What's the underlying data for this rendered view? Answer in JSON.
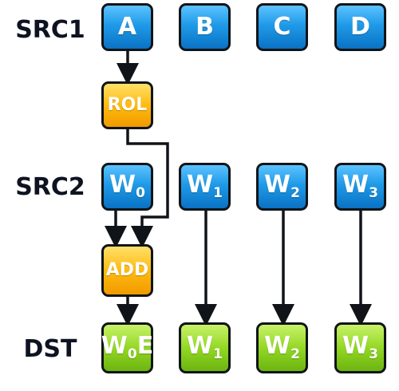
{
  "rows": {
    "src1": "SRC1",
    "src2": "SRC2",
    "dst": "DST"
  },
  "src1": {
    "a": "A",
    "b": "B",
    "c": "C",
    "d": "D"
  },
  "ops": {
    "rol": "ROL",
    "add": "ADD"
  },
  "src2": [
    {
      "letter": "W",
      "sub": "0"
    },
    {
      "letter": "W",
      "sub": "1"
    },
    {
      "letter": "W",
      "sub": "2"
    },
    {
      "letter": "W",
      "sub": "3"
    }
  ],
  "dst": [
    {
      "letter": "W",
      "sub": "0",
      "suffix": "E"
    },
    {
      "letter": "W",
      "sub": "1",
      "suffix": ""
    },
    {
      "letter": "W",
      "sub": "2",
      "suffix": ""
    },
    {
      "letter": "W",
      "sub": "3",
      "suffix": ""
    }
  ],
  "colors": {
    "blue": "#1f9ae8",
    "orange": "#ffbb10",
    "green": "#93d824",
    "outline": "#101418"
  }
}
